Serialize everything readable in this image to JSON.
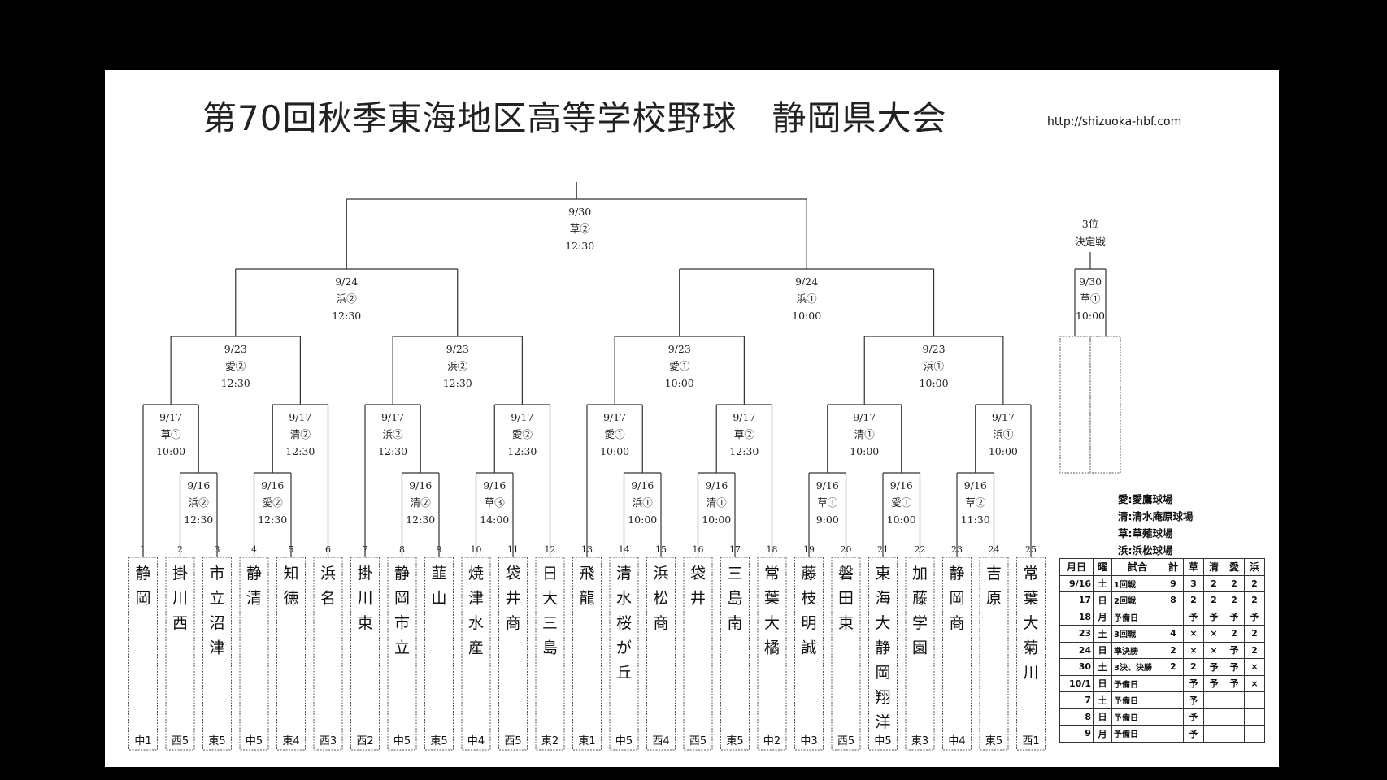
{
  "title": "第70回秋季東海地区高等学校野球　静岡県大会",
  "url": "http://shizuoka-hbf.com",
  "colors": {
    "background": "#000000",
    "sheet": "#ffffff",
    "line": "#333333"
  },
  "teams": [
    {
      "n": "1",
      "name": "静岡",
      "region": "中1"
    },
    {
      "n": "2",
      "name": "掛川西",
      "region": "西5"
    },
    {
      "n": "3",
      "name": "市立沼津",
      "region": "東5"
    },
    {
      "n": "4",
      "name": "静清",
      "region": "中5"
    },
    {
      "n": "5",
      "name": "知徳",
      "region": "東4"
    },
    {
      "n": "6",
      "name": "浜名",
      "region": "西3"
    },
    {
      "n": "7",
      "name": "掛川東",
      "region": "西2"
    },
    {
      "n": "8",
      "name": "静岡市立",
      "region": "中5"
    },
    {
      "n": "9",
      "name": "韮山",
      "region": "東5"
    },
    {
      "n": "10",
      "name": "焼津水産",
      "region": "中4"
    },
    {
      "n": "11",
      "name": "袋井商",
      "region": "西5"
    },
    {
      "n": "12",
      "name": "日大三島",
      "region": "東2"
    },
    {
      "n": "13",
      "name": "飛龍",
      "region": "東1"
    },
    {
      "n": "14",
      "name": "清水桜が丘",
      "region": "中5"
    },
    {
      "n": "15",
      "name": "浜松商",
      "region": "西4"
    },
    {
      "n": "16",
      "name": "袋井",
      "region": "西5"
    },
    {
      "n": "17",
      "name": "三島南",
      "region": "東5"
    },
    {
      "n": "18",
      "name": "常葉大橘",
      "region": "中2"
    },
    {
      "n": "19",
      "name": "藤枝明誠",
      "region": "中3"
    },
    {
      "n": "20",
      "name": "磐田東",
      "region": "西5"
    },
    {
      "n": "21",
      "name": "東海大静岡翔洋",
      "region": "中5"
    },
    {
      "n": "22",
      "name": "加藤学園",
      "region": "東3"
    },
    {
      "n": "23",
      "name": "静岡商",
      "region": "中4"
    },
    {
      "n": "24",
      "name": "吉原",
      "region": "東5"
    },
    {
      "n": "25",
      "name": "常葉大菊川",
      "region": "西1"
    }
  ],
  "games": {
    "r1": [
      {
        "id": "r1-2-3",
        "date": "9/16",
        "venue": "浜②",
        "time": "12:30"
      },
      {
        "id": "r1-4-5",
        "date": "9/16",
        "venue": "愛②",
        "time": "12:30"
      },
      {
        "id": "r1-8-9",
        "date": "9/16",
        "venue": "清②",
        "time": "12:30"
      },
      {
        "id": "r1-10-11",
        "date": "9/16",
        "venue": "草③",
        "time": "14:00"
      },
      {
        "id": "r1-14-15",
        "date": "9/16",
        "venue": "浜①",
        "time": "10:00"
      },
      {
        "id": "r1-16-17",
        "date": "9/16",
        "venue": "清①",
        "time": "10:00"
      },
      {
        "id": "r1-19-20",
        "date": "9/16",
        "venue": "草①",
        "time": "9:00"
      },
      {
        "id": "r1-21-22",
        "date": "9/16",
        "venue": "愛①",
        "time": "10:00"
      },
      {
        "id": "r1-23-24",
        "date": "9/16",
        "venue": "草②",
        "time": "11:30"
      }
    ],
    "r2": [
      {
        "id": "r2-a",
        "date": "9/17",
        "venue": "草①",
        "time": "10:00"
      },
      {
        "id": "r2-b",
        "date": "9/17",
        "venue": "清②",
        "time": "12:30"
      },
      {
        "id": "r2-c",
        "date": "9/17",
        "venue": "浜②",
        "time": "12:30"
      },
      {
        "id": "r2-d",
        "date": "9/17",
        "venue": "愛②",
        "time": "12:30"
      },
      {
        "id": "r2-e",
        "date": "9/17",
        "venue": "愛①",
        "time": "10:00"
      },
      {
        "id": "r2-f",
        "date": "9/17",
        "venue": "草②",
        "time": "12:30"
      },
      {
        "id": "r2-g",
        "date": "9/17",
        "venue": "清①",
        "time": "10:00"
      },
      {
        "id": "r2-h",
        "date": "9/17",
        "venue": "浜①",
        "time": "10:00"
      }
    ],
    "r3": [
      {
        "id": "r3-a",
        "date": "9/23",
        "venue": "愛②",
        "time": "12:30"
      },
      {
        "id": "r3-b",
        "date": "9/23",
        "venue": "浜②",
        "time": "12:30"
      },
      {
        "id": "r3-c",
        "date": "9/23",
        "venue": "愛①",
        "time": "10:00"
      },
      {
        "id": "r3-d",
        "date": "9/23",
        "venue": "浜①",
        "time": "10:00"
      }
    ],
    "semi": [
      {
        "id": "sf-left",
        "date": "9/24",
        "venue": "浜②",
        "time": "12:30"
      },
      {
        "id": "sf-right",
        "date": "9/24",
        "venue": "浜①",
        "time": "10:00"
      }
    ],
    "final": {
      "id": "final",
      "date": "9/30",
      "venue": "草②",
      "time": "12:30"
    },
    "third": {
      "id": "third-place",
      "label1": "3位",
      "label2": "決定戦",
      "date": "9/30",
      "venue": "草①",
      "time": "10:00"
    }
  },
  "legend": [
    "愛:愛鷹球場",
    "清:清水庵原球場",
    "草:草薙球場",
    "浜:浜松球場"
  ],
  "schedule": {
    "headers": [
      "月日",
      "曜",
      "試合",
      "計",
      "草",
      "清",
      "愛",
      "浜"
    ],
    "rows": [
      [
        "9/16",
        "土",
        "1回戦",
        "9",
        "3",
        "2",
        "2",
        "2"
      ],
      [
        "17",
        "日",
        "2回戦",
        "8",
        "2",
        "2",
        "2",
        "2"
      ],
      [
        "18",
        "月",
        "予備日",
        "",
        "予",
        "予",
        "予",
        "予"
      ],
      [
        "23",
        "土",
        "3回戦",
        "4",
        "×",
        "×",
        "2",
        "2"
      ],
      [
        "24",
        "日",
        "準決勝",
        "2",
        "×",
        "×",
        "予",
        "2"
      ],
      [
        "30",
        "土",
        "3決、決勝",
        "2",
        "2",
        "予",
        "予",
        "×"
      ],
      [
        "10/1",
        "日",
        "予備日",
        "",
        "予",
        "予",
        "予",
        "×"
      ],
      [
        "7",
        "土",
        "予備日",
        "",
        "予",
        "",
        "",
        ""
      ],
      [
        "8",
        "日",
        "予備日",
        "",
        "予",
        "",
        "",
        ""
      ],
      [
        "9",
        "月",
        "予備日",
        "",
        "予",
        "",
        "",
        ""
      ]
    ]
  }
}
